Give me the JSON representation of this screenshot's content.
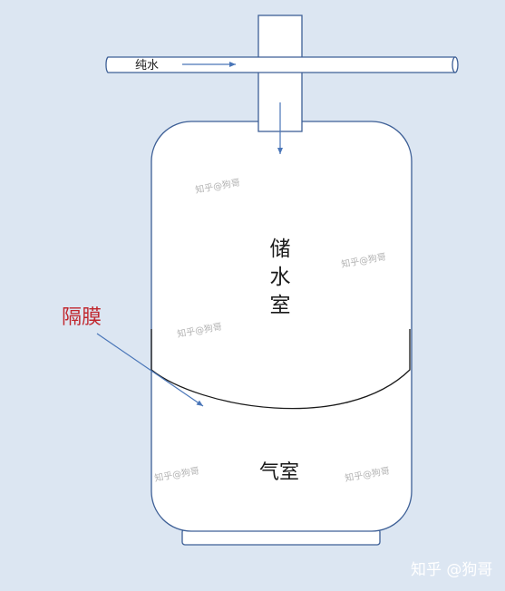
{
  "labels": {
    "pipe": "纯水",
    "storage_chamber": [
      "储",
      "水",
      "室"
    ],
    "air_chamber": "气室",
    "membrane": "隔膜"
  },
  "watermarks": {
    "small": "知乎@狗哥",
    "corner": "知乎 @狗哥"
  },
  "colors": {
    "background": "#dce6f2",
    "tank_fill": "#ffffff",
    "outline": "#3d5f96",
    "arrow": "#4a76b8",
    "membrane_label": "#c0262d",
    "text": "#1a1a1a",
    "watermark": "#b3b3b3",
    "corner_watermark": "#ffffff"
  }
}
